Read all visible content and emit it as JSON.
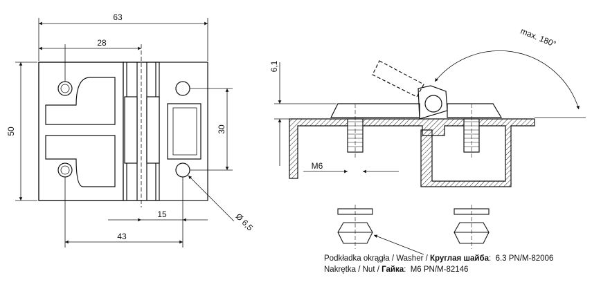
{
  "dimensions": {
    "overall_width": "63",
    "hole_spacing_left": "28",
    "overall_height": "50",
    "hole_spacing_vertical": "30",
    "hole_offset": "15",
    "hole_spacing_right": "43",
    "hole_diameter": "Ø 6,5",
    "leaf_thickness": "6,1",
    "rotation": "max. 180°",
    "thread": "M6"
  },
  "notes": {
    "washer": {
      "label_pl": "Podkładka okrągła",
      "sep1": " / ",
      "label_en": "Washer",
      "sep2": " / ",
      "label_ru": "Круглая шайба",
      "colon": ":",
      "spec": "6.3 PN/M-82006"
    },
    "nut": {
      "label_pl": "Nakrętka",
      "sep1": " / ",
      "label_en": "Nut",
      "sep2": " / ",
      "label_ru": "Гайка",
      "colon": ":",
      "spec": "M6 PN/M-82146"
    }
  }
}
